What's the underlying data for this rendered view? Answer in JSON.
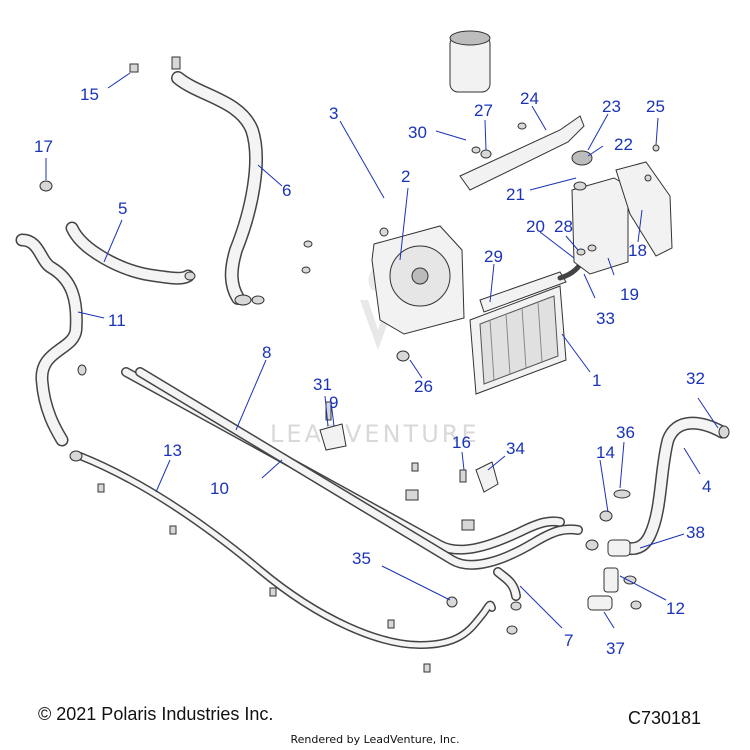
{
  "callouts": [
    "1",
    "2",
    "3",
    "4",
    "5",
    "6",
    "7",
    "8",
    "9",
    "10",
    "11",
    "12",
    "13",
    "14",
    "15",
    "16",
    "17",
    "18",
    "19",
    "20",
    "21",
    "22",
    "23",
    "24",
    "25",
    "26",
    "27",
    "28",
    "29",
    "30",
    "31",
    "32",
    "33",
    "34",
    "35",
    "36",
    "37",
    "38"
  ],
  "footer": {
    "copyright": "© 2021 Polaris Industries Inc.",
    "diagram_code": "C730181",
    "rendered_by": "Rendered by LeadVenture, Inc."
  },
  "watermark": "LEADVENTURE",
  "colors": {
    "callout": "#1a33b8",
    "line_art": "#333333"
  }
}
